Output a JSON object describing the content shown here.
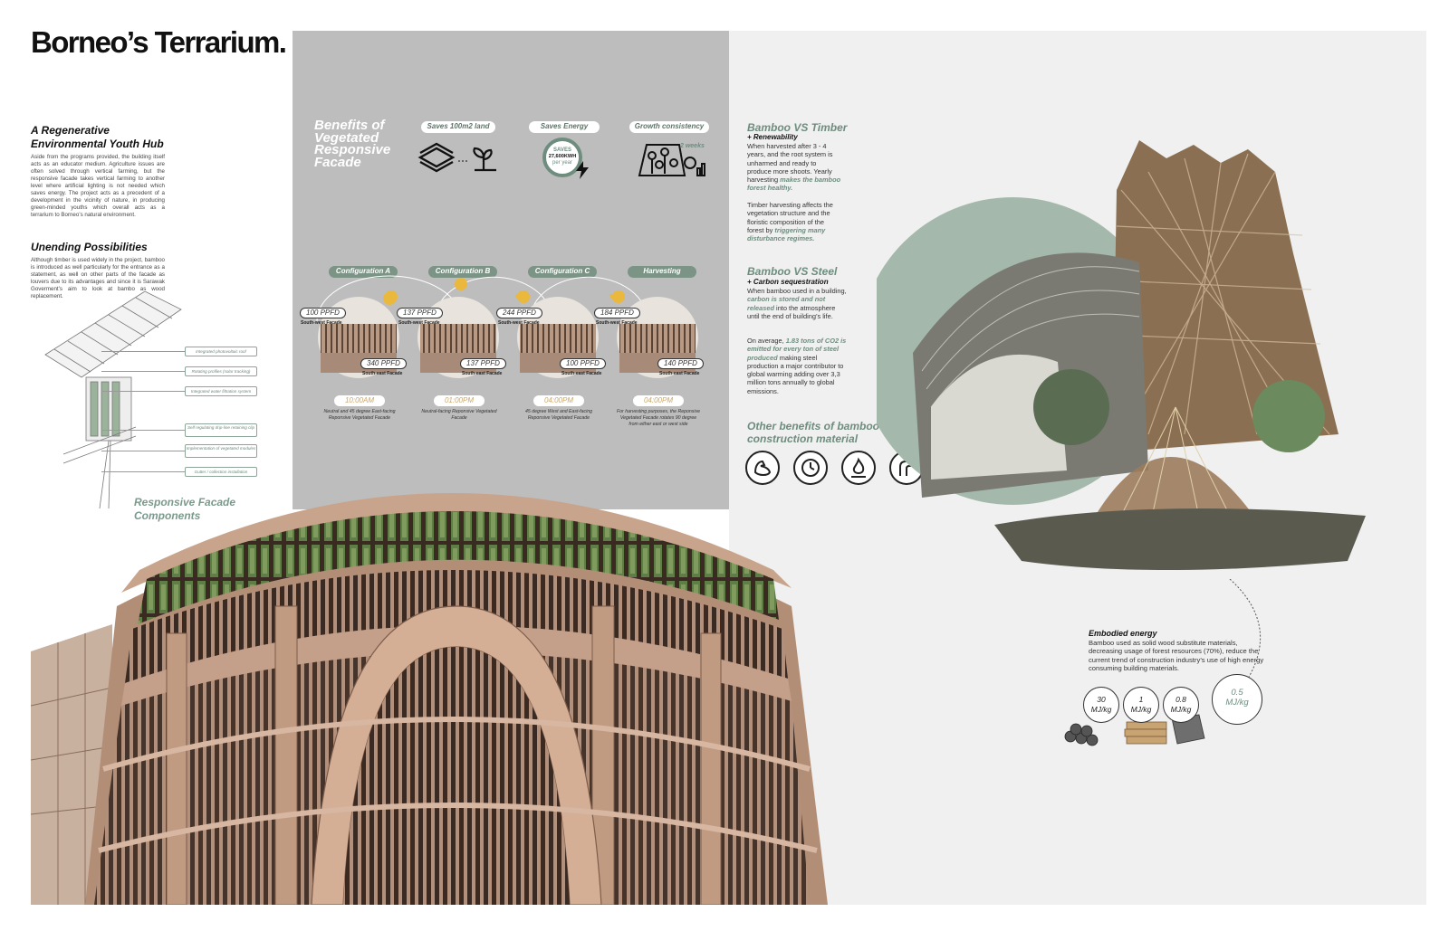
{
  "board": {
    "title": "Borneo’s Terrarium."
  },
  "left": {
    "section1": {
      "title": "A Regenerative Environmental Youth Hub",
      "body": "Aside from the programs provided, the building itself acts as an educator medium. Agriculture issues are often solved through vertical farming, but the responsive facade takes vertical farming to another level where artificial lighting is not needed which saves energy. The project acts as a precedent of a development in the vicinity of nature, in producing green-minded youths which overall acts as a terrarium to Borneo’s natural environment."
    },
    "section2": {
      "title": "Unending Possibilities",
      "body": "Although timber is used widely in the project, bamboo is introduced as well particularly for the entrance as a statement, as well on other parts of the facade as louvers due to its advantages and since it is Sarawak Goverment’s aim to look at bambo as wood replacement."
    },
    "components": [
      "Integrated photovoltaic roof",
      "Rotating profiles (solar tracking)",
      "Integrated water filtration system",
      "Self regulating drip-line retaining clip",
      "Implementation of vegetated modules",
      "Gutter / collection installation"
    ],
    "caption": "Responsive Facade Components"
  },
  "benefits": {
    "title": "Benefits of Vegetated Responsive Facade",
    "pills": [
      "Saves 100m2 land",
      "Saves Energy",
      "Growth consistency"
    ],
    "saves_badge": {
      "line1": "SAVES",
      "line2": "27,600KWH",
      "line3": "per year"
    },
    "growth_note": "2 weeks",
    "configs": [
      {
        "label": "Configuration A",
        "top_ppfd": "100 PPFD",
        "top_facade": "South-west Facade",
        "bottom_ppfd": "340 PPFD",
        "bottom_facade": "South-east Facade",
        "time": "10:00AM",
        "desc": "Neutral and 45 degree East-facing Reponsive Vegetated Facade"
      },
      {
        "label": "Configuration B",
        "top_ppfd": "137 PPFD",
        "top_facade": "South-west Facade",
        "bottom_ppfd": "137 PPFD",
        "bottom_facade": "South-east Facade",
        "time": "01:00PM",
        "desc": "Neutral-facing Reponsive Vegetated Facade"
      },
      {
        "label": "Configuration C",
        "top_ppfd": "244 PPFD",
        "top_facade": "South-west Facade",
        "bottom_ppfd": "100 PPFD",
        "bottom_facade": "South-east Facade",
        "time": "04:00PM",
        "desc": "45 degree West and East-facing Reponsive Vegetated Facade"
      },
      {
        "label": "Harvesting",
        "top_ppfd": "184 PPFD",
        "top_facade": "South-west Facade",
        "bottom_ppfd": "140 PPFD",
        "bottom_facade": "South-east Facade",
        "time": "04:00PM",
        "desc": "For harvesting purposes, the Reponsive Vegetated Facade rotates 90 degree from either east or west side"
      }
    ]
  },
  "right": {
    "timber": {
      "title": "Bamboo VS Timber",
      "sub": "+ Renewability",
      "p1a": "When harvested after 3 - 4 years, and the root system is unharmed and ready to produce more shoots. Yearly harvesting ",
      "p1b": "makes the bamboo forest healthy.",
      "p2a": "Timber harvesting affects the vegetation structure and the floristic composition of the forest by ",
      "p2b": "triggering many disturbance regimes."
    },
    "steel": {
      "title": "Bamboo VS Steel",
      "sub": "+ Carbon sequestration",
      "p1a": "When bamboo used in a building, ",
      "p1b": "carbon is stored and not released",
      "p1c": " into the atmosphere until the end of building’s life.",
      "p2a": "On average, ",
      "p2b": "1.83 tons of CO2 is emitted for every ton of steel produced",
      "p2c": " making steel production a major contributor to global warming adding over 3,3 million tons annually to global emissions."
    },
    "other": {
      "title": "Other benefits of bamboo as construction material"
    },
    "energy": {
      "title": "Embodied energy",
      "body": "Bamboo used as solid wood substitute materials, decreasing usage of forest resources (70%), reduce the current trend of construction industry’s use of high energy consuming building materials.",
      "values": [
        {
          "num": "30",
          "unit": "MJ/kg"
        },
        {
          "num": "1",
          "unit": "MJ/kg"
        },
        {
          "num": "0.8",
          "unit": "MJ/kg"
        },
        {
          "num": "0.5",
          "unit": "MJ/kg"
        }
      ]
    }
  },
  "colors": {
    "accent": "#6e8d7f",
    "grey_panel": "#bdbdbd",
    "light_panel": "#eff0ef",
    "wood": "#a07a62"
  }
}
